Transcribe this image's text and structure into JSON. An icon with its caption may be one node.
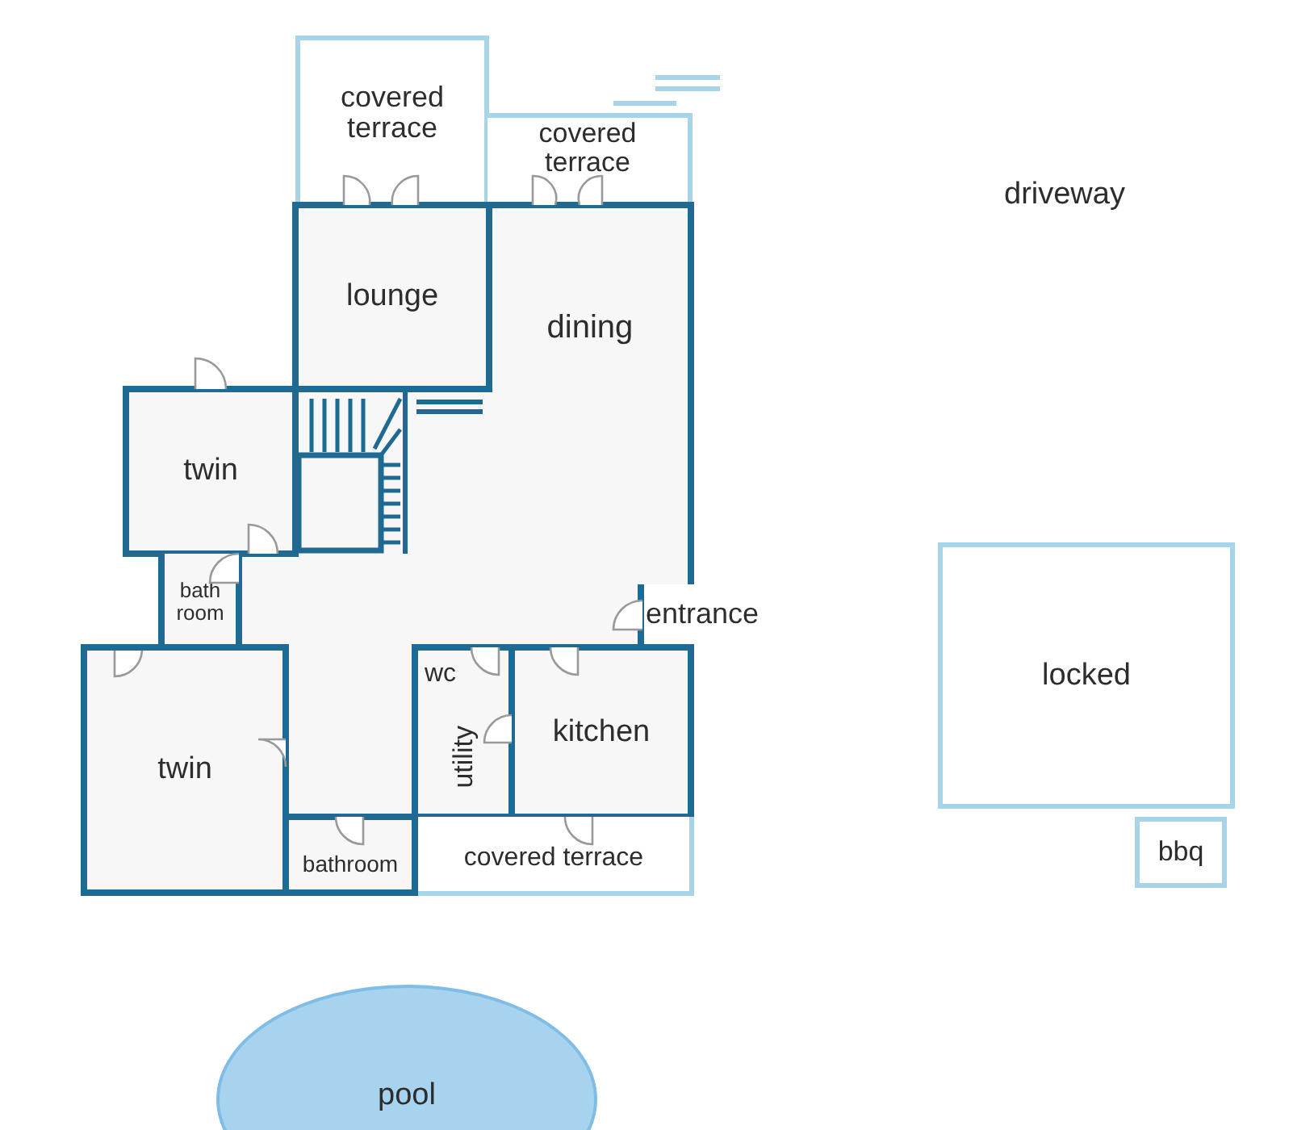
{
  "diagram": {
    "nodes": [
      {
        "text": [
          "covered terrace"
        ]
      },
      {
        "text": [
          "covered terrace"
        ]
      },
      {
        "text": [
          "lounge"
        ]
      },
      {
        "text": [
          "dining"
        ]
      },
      {
        "text": [
          "twin"
        ]
      },
      {
        "text": [
          "bath room"
        ]
      },
      {
        "text": [
          "wc"
        ]
      },
      {
        "text": [
          "kitchen"
        ]
      },
      {
        "text": [
          "utility"
        ]
      },
      {
        "text": [
          "locked"
        ]
      },
      {
        "text": [
          "twin"
        ]
      },
      {
        "text": [
          "bathroom"
        ]
      },
      {
        "text": [
          "covered terrace"
        ]
      },
      {
        "text": [
          "bbq"
        ]
      },
      {
        "text": [
          "pool"
        ]
      }
    ],
    "labels": [
      "driveway",
      "entrance"
    ]
  }
}
